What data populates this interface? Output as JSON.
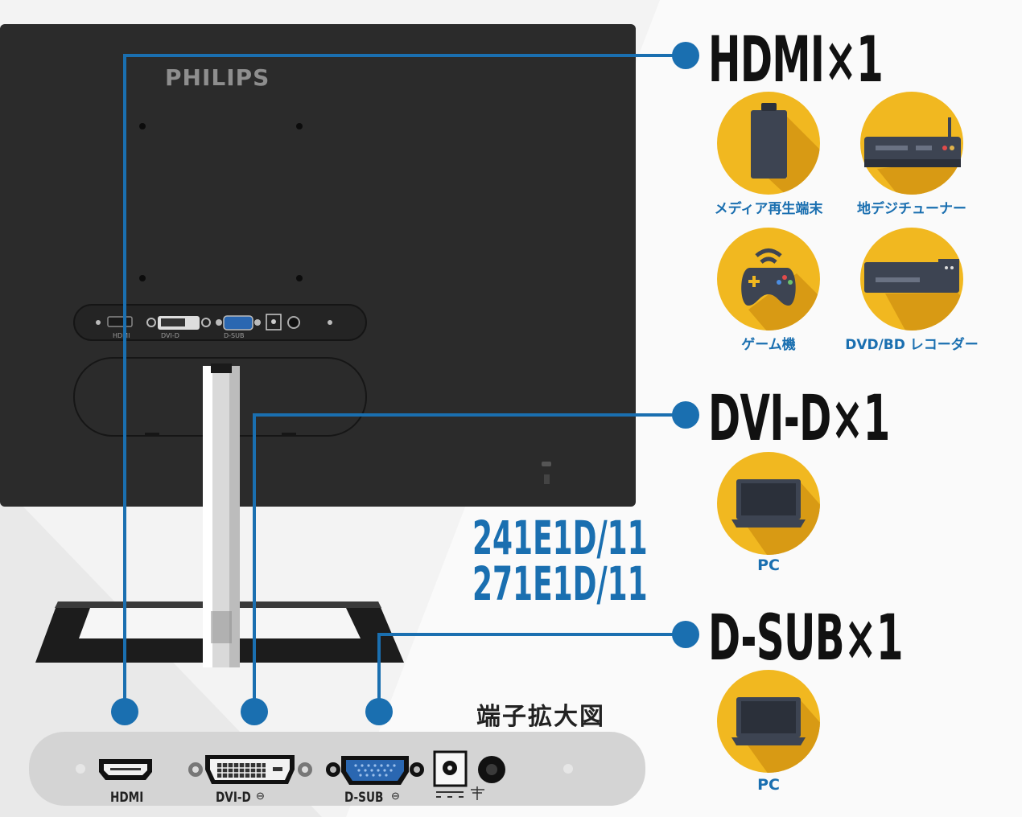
{
  "brand": "PHILIPS",
  "models": [
    "241E1D/11",
    "271E1D/11"
  ],
  "zoom_title": "端子拡大図",
  "ports": {
    "hdmi": {
      "heading": "HDMI×1",
      "devices": [
        "メディア再生端末",
        "地デジチューナー",
        "ゲーム機",
        "DVD/BD レコーダー"
      ]
    },
    "dvi": {
      "heading": "DVI-D×1",
      "devices": [
        "PC"
      ]
    },
    "dsub": {
      "heading": "D-SUB×1",
      "devices": [
        "PC"
      ]
    }
  },
  "port_labels": {
    "hdmi": "HDMI",
    "dvi": "DVI-D",
    "dsub": "D-SUB"
  },
  "colors": {
    "accent": "#1a6fb0",
    "monitor": "#2b2b2b",
    "icon_circle": "#f1b820",
    "icon_dark": "#3d4452"
  },
  "icons": [
    "media-player-icon",
    "tv-tuner-icon",
    "game-controller-icon",
    "recorder-icon",
    "laptop-icon",
    "laptop-icon"
  ]
}
